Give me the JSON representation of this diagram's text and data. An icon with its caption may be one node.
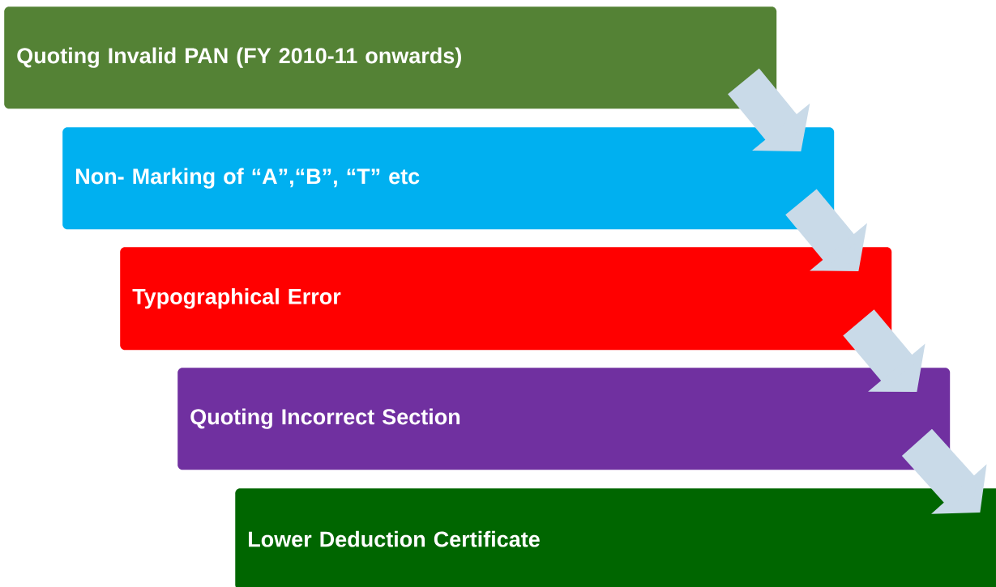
{
  "diagram": {
    "nodes": [
      {
        "text": [
          "Quoting Invalid PAN (FY 2010-11 onwards)"
        ]
      },
      {
        "text": [
          "Non- Marking of “A”,“B”, “T” etc"
        ]
      },
      {
        "text": [
          "Typographical Error"
        ]
      },
      {
        "text": [
          "Quoting Incorrect Section"
        ]
      },
      {
        "text": [
          "Lower Deduction Certificate"
        ]
      }
    ],
    "edges": [
      {
        "from": 0,
        "to": 1,
        "arrow": "to"
      },
      {
        "from": 1,
        "to": 2,
        "arrow": "to"
      },
      {
        "from": 2,
        "to": 3,
        "arrow": "to"
      },
      {
        "from": 3,
        "to": 4,
        "arrow": "to"
      }
    ]
  }
}
